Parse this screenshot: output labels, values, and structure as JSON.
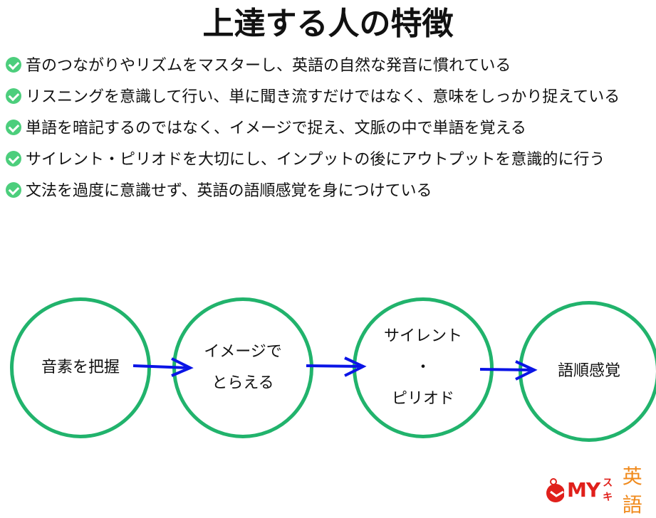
{
  "title": "上達する人の特徴",
  "items": [
    "音のつながりやリズムをマスターし、英語の自然な発音に慣れている",
    "リスニングを意識して行い、単に聞き流すだけではなく、意味をしっかり捉えている",
    "単語を暗記するのではなく、イメージで捉え、文脈の中で単語を覚える",
    "サイレント・ピリオドを大切にし、インプットの後にアウトプットを意識的に行う",
    "文法を過度に意識せず、英語の語順感覚を身につけている"
  ],
  "steps": [
    {
      "lines": [
        "音素を把握"
      ]
    },
    {
      "lines": [
        "イメージで",
        "とらえる"
      ]
    },
    {
      "lines": [
        "サイレント",
        "・",
        "ピリオド"
      ]
    },
    {
      "lines": [
        "語順感覚"
      ]
    }
  ],
  "colors": {
    "circle": "#21b36c",
    "arrow": "#0a14e6",
    "check": "#4cce7c"
  },
  "logo": {
    "my": "MY",
    "suki": "スキ",
    "eigo": "英語"
  }
}
